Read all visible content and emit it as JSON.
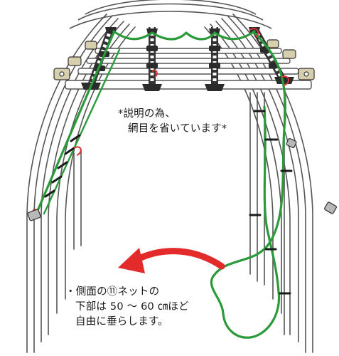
{
  "figure": {
    "note_top": [
      "*説明の為、",
      "網目を省いています*"
    ],
    "note_bottom": [
      "・側面の⑪ネットの",
      "下部は 50 〜 60 ㎝ほど",
      "自由に垂らします。"
    ]
  },
  "colors": {
    "frame": "#555555",
    "net_cord": "#2a9a3a",
    "arrow": "#e32b2b",
    "clip": "#2b2b2b",
    "tie": "#d93030"
  }
}
